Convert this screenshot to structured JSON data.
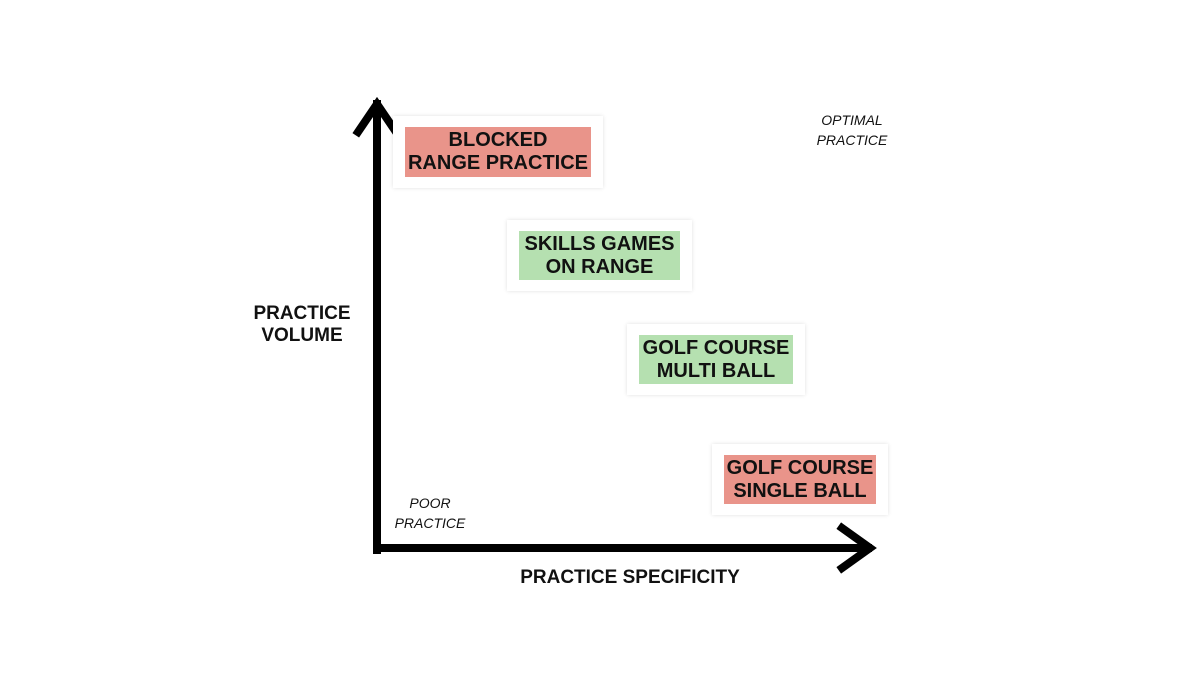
{
  "axes": {
    "y_label_line1": "PRACTICE",
    "y_label_line2": "VOLUME",
    "x_label": "PRACTICE SPECIFICITY"
  },
  "corners": {
    "top_right_line1": "OPTIMAL",
    "top_right_line2": "PRACTICE",
    "bottom_left_line1": "POOR",
    "bottom_left_line2": "PRACTICE"
  },
  "cards": [
    {
      "line1": "BLOCKED",
      "line2": "RANGE PRACTICE",
      "color": "#e9948a"
    },
    {
      "line1": "SKILLS GAMES",
      "line2": "ON RANGE",
      "color": "#b5e0b0"
    },
    {
      "line1": "GOLF COURSE",
      "line2": "MULTI BALL",
      "color": "#b5e0b0"
    },
    {
      "line1": "GOLF COURSE",
      "line2": "SINGLE BALL",
      "color": "#e9948a"
    }
  ]
}
